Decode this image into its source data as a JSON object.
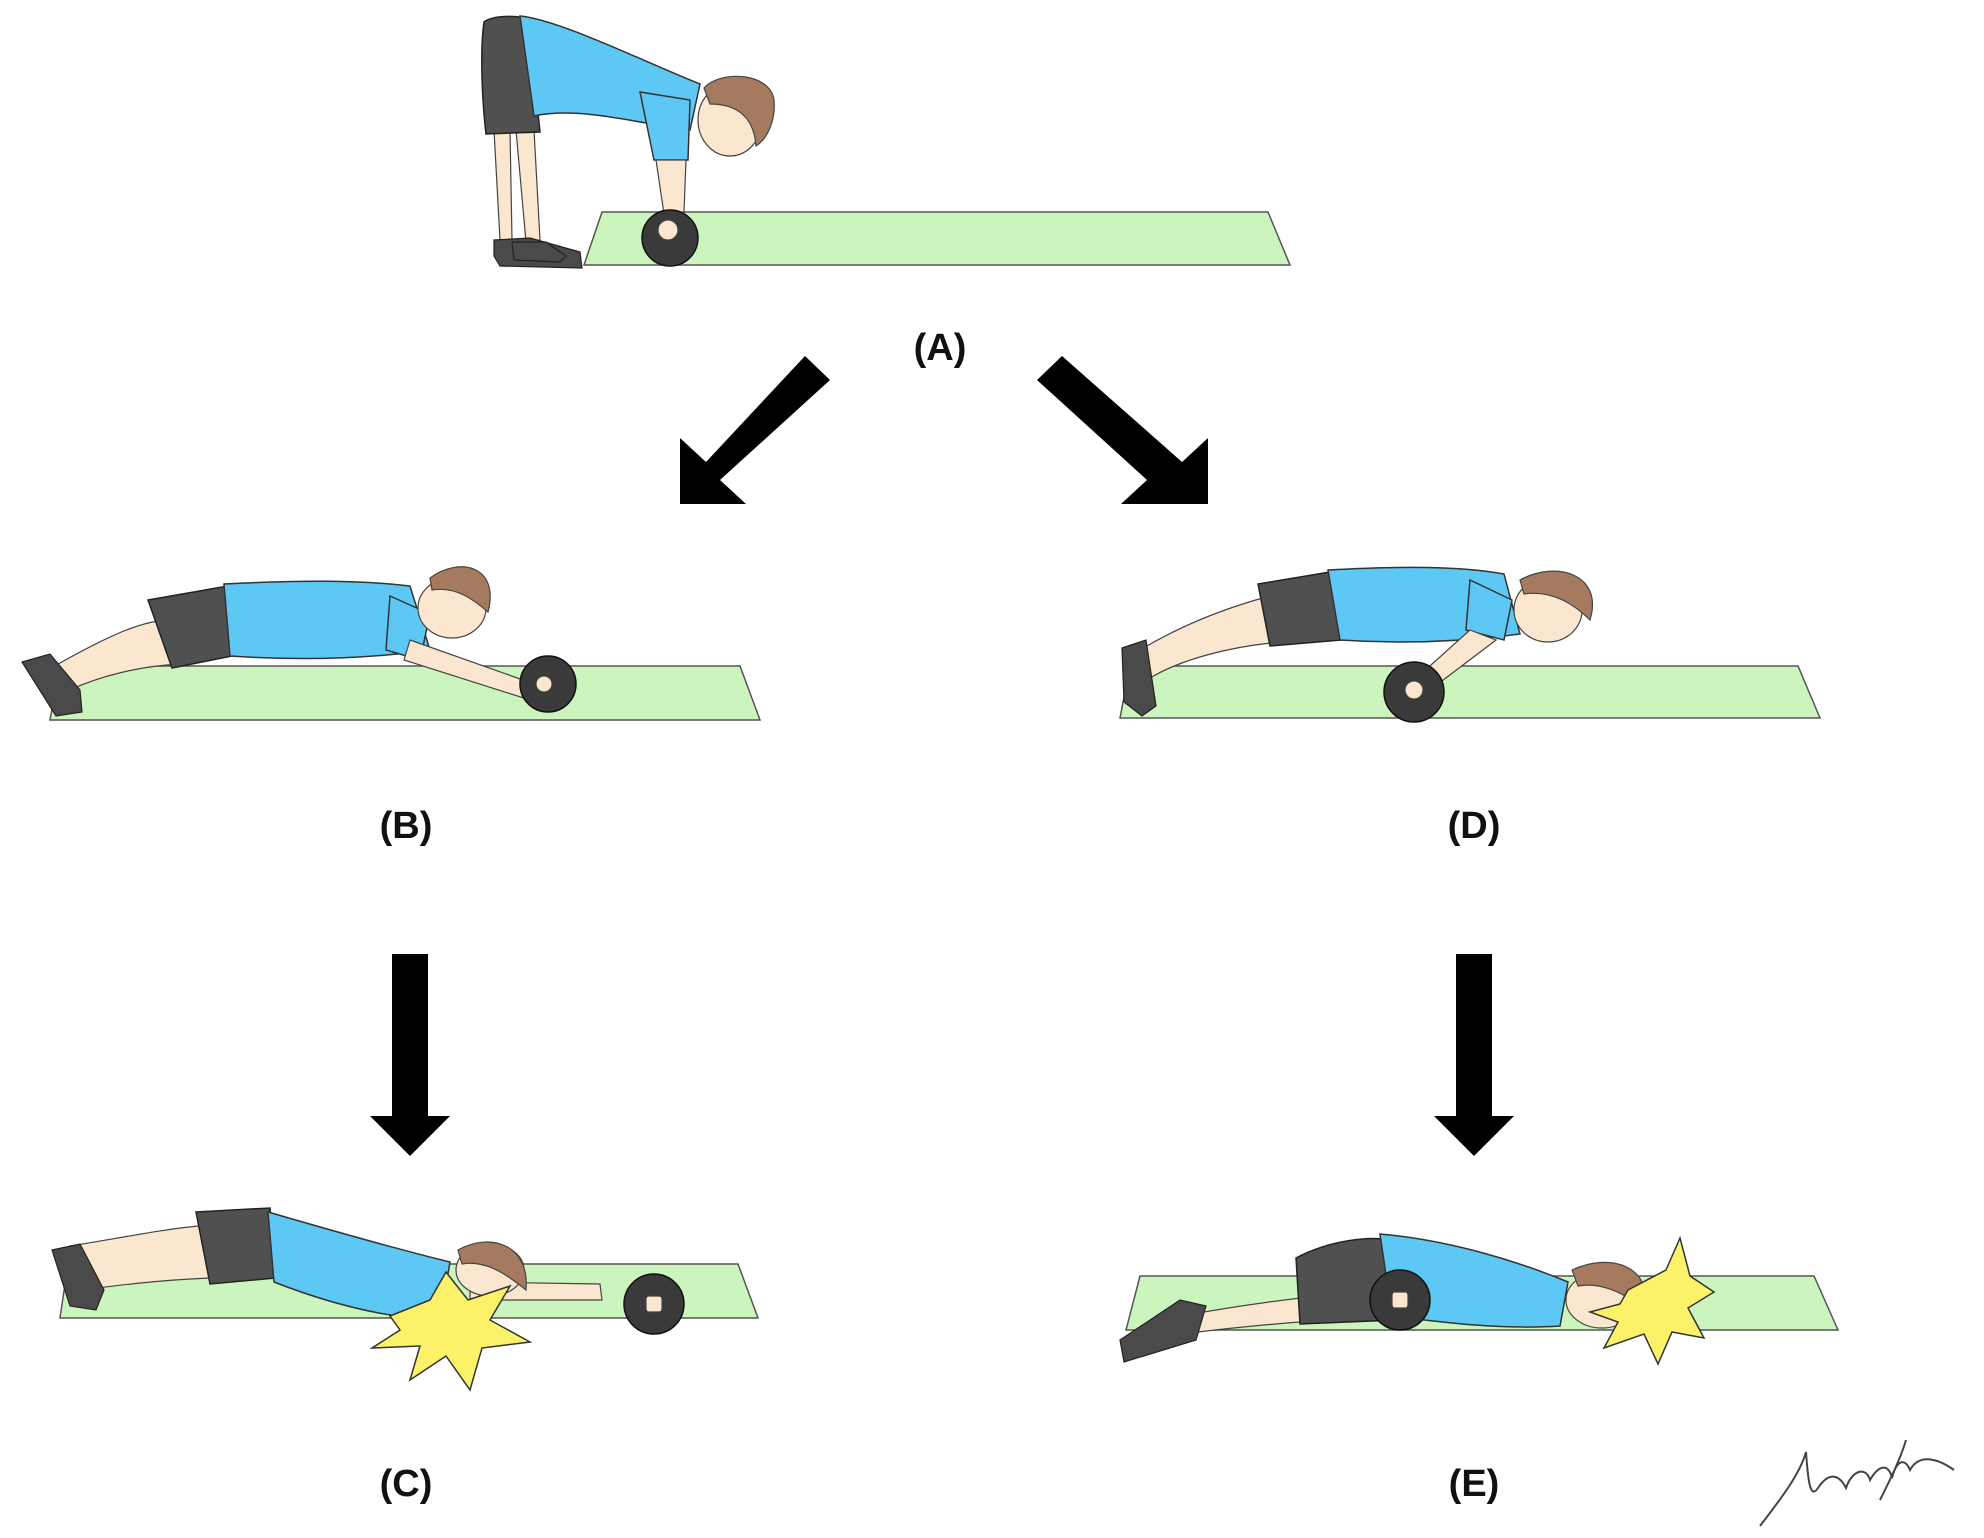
{
  "panels": [
    {
      "id": "A",
      "label": "(A)",
      "pose": "standing-bend-start"
    },
    {
      "id": "B",
      "label": "(B)",
      "pose": "rollout-kneeling-extended"
    },
    {
      "id": "C",
      "label": "(C)",
      "pose": "face-down-collapse-wheel-lost"
    },
    {
      "id": "D",
      "label": "(D)",
      "pose": "rollout-plank-extended"
    },
    {
      "id": "E",
      "label": "(E)",
      "pose": "face-down-collapse-on-wheel"
    }
  ],
  "arrows": [
    {
      "from": "A",
      "to": "B"
    },
    {
      "from": "A",
      "to": "D"
    },
    {
      "from": "B",
      "to": "C"
    },
    {
      "from": "D",
      "to": "E"
    }
  ],
  "colors": {
    "mat": "#ccf5be",
    "shirt": "#5ec8f5",
    "shorts": "#505050",
    "skin": "#fbe6cf",
    "hair": "#a57a5e",
    "shoe": "#4a4a4a",
    "wheel": "#3a3a3a",
    "impact": "#fbf26a",
    "arrow": "#000000"
  },
  "icons": [
    "impact-burst-icon",
    "signature-mark"
  ]
}
